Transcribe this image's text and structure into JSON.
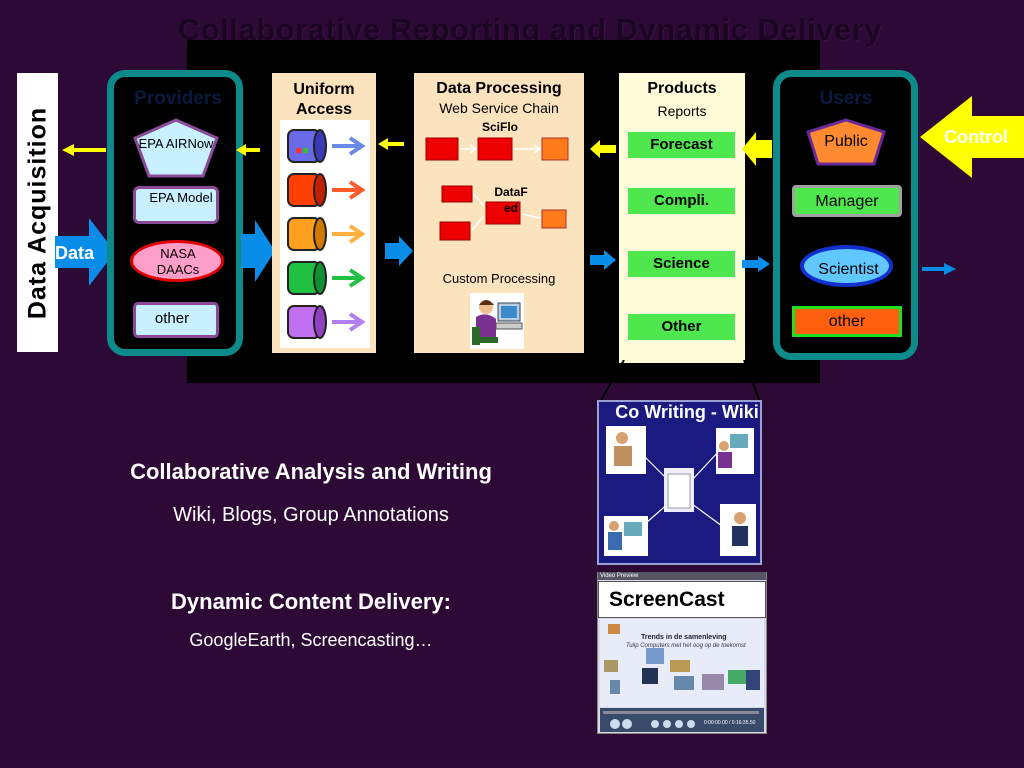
{
  "title": "Collaborative Reporting and Dynamic Delivery",
  "data_acquisition": "Data Acquisition",
  "data_arrow_label": "Data",
  "providers": {
    "heading": "Providers",
    "items": [
      "EPA AIRNow",
      "EPA Model",
      "NASA DAACs",
      "other"
    ]
  },
  "uniform_access": {
    "heading": "Uniform Access"
  },
  "data_processing": {
    "heading": "Data Processing",
    "subheading": "Web Service Chain",
    "sciflo": "SciFlo",
    "dataf": "DataF\ned",
    "custom": "Custom Processing"
  },
  "products": {
    "heading": "Products",
    "subheading": "Reports",
    "items": [
      "Forecast",
      "Compli.",
      "Science",
      "Other"
    ]
  },
  "users": {
    "heading": "Users",
    "items": [
      "Public",
      "Manager",
      "Scientist",
      "other"
    ]
  },
  "control_label": "Control",
  "cowriting": {
    "title": "Co Writing - Wiki"
  },
  "screencast": {
    "label": "ScreenCast",
    "window_title": "Video Preview",
    "slide_title": "Trends in de samenleving",
    "slide_subtitle": "Tulip Computers met het oog op de toekomst",
    "timecode": "0:00:00.00 / 0:16:35.50"
  },
  "analysis": {
    "heading": "Collaborative Analysis and Writing",
    "sub": "Wiki, Blogs, Group Annotations"
  },
  "delivery": {
    "heading": "Dynamic Content Delivery:",
    "sub": "GoogleEarth, Screencasting…"
  },
  "colors": {
    "background": "#2d0a36",
    "teal": "#0d8a8a",
    "arrow_blue": "#0a8de8",
    "arrow_yellow": "#ffff00",
    "product_green": "#4ee84e",
    "column_bg": "#fbe3bd"
  }
}
